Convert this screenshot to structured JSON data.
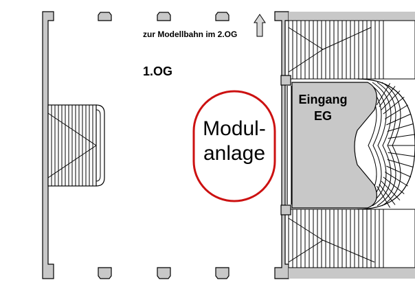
{
  "floor_label": "1.OG",
  "hint_text": "zur Modellbahn im 2.OG",
  "area_label": {
    "line1": "Modul-",
    "line2": "anlage"
  },
  "entrance_label": {
    "line1": "Eingang",
    "line2": "EG"
  },
  "colors": {
    "wall": "#c8c8c8",
    "lines": "#000000",
    "marker": "#cc1111",
    "background": "#ffffff"
  },
  "icons": {
    "hint_arrow": "up-arrow-icon"
  }
}
